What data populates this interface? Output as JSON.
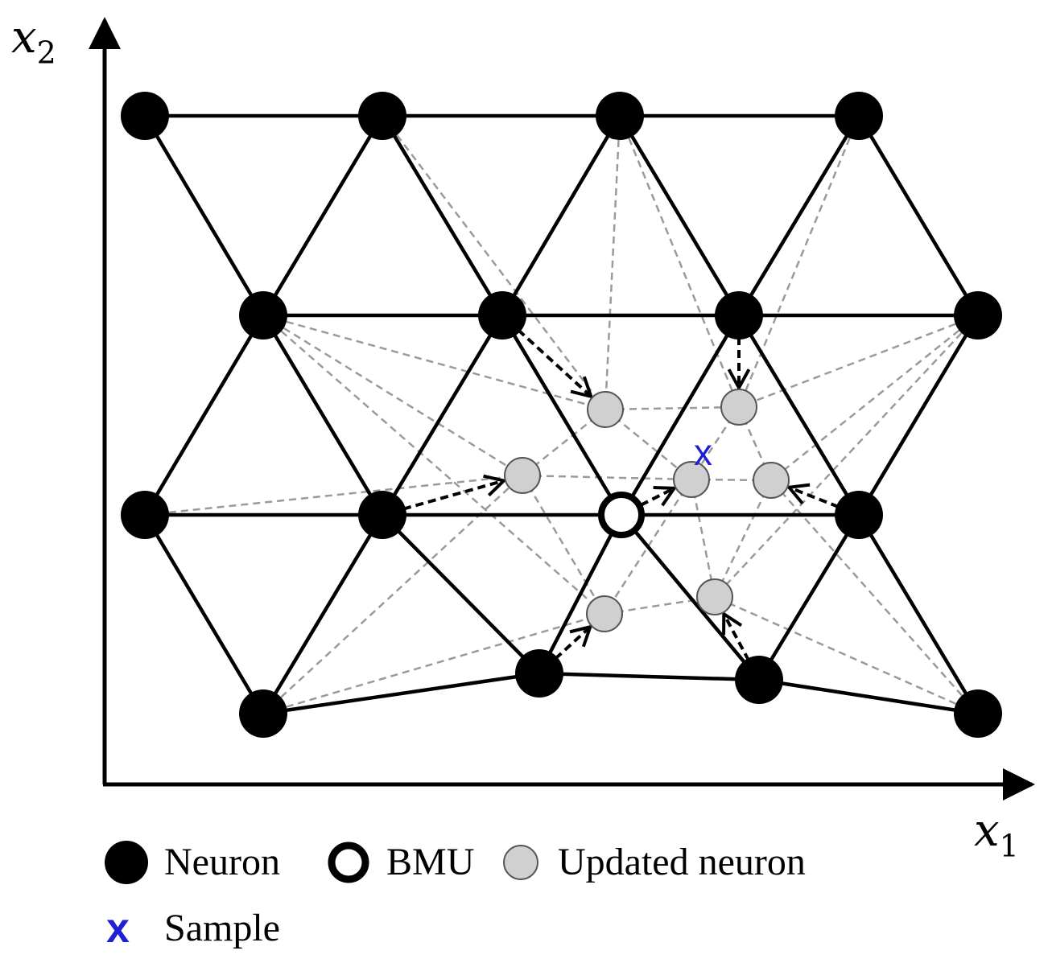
{
  "axes": {
    "x_label_var": "x",
    "x_label_sub": "1",
    "y_label_var": "x",
    "y_label_sub": "2"
  },
  "sample": {
    "label": "x",
    "color": "#1f1fd8"
  },
  "legend": {
    "neuron_label": "Neuron",
    "bmu_label": "BMU",
    "updated_label": "Updated neuron",
    "sample_label": "Sample"
  },
  "colors": {
    "neuron": "#000000",
    "bmu_fill": "#ffffff",
    "updated_fill": "#d0d0d0",
    "dashed_link": "#9a9a9a"
  }
}
